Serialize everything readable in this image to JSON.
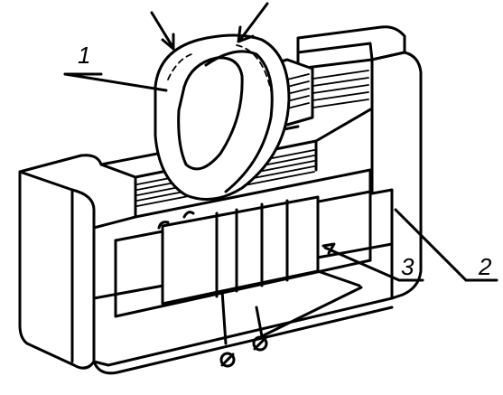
{
  "labels": {
    "part1": "1",
    "part2": "2",
    "part3": "3"
  },
  "colors": {
    "ink": "#000000",
    "paper": "#ffffff"
  }
}
